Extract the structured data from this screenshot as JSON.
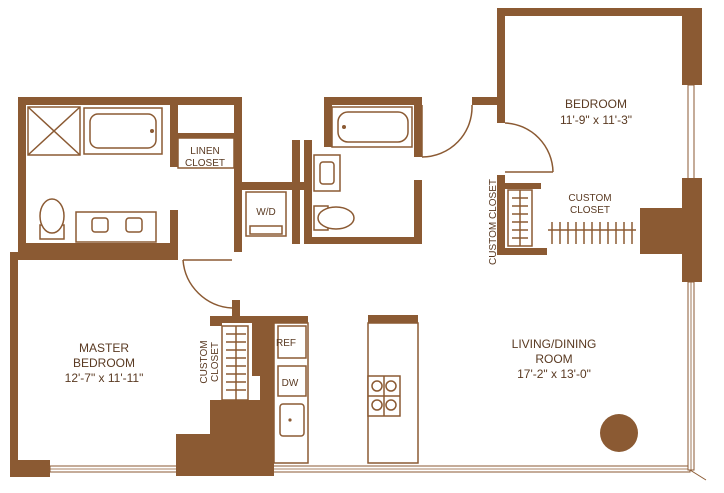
{
  "colors": {
    "wall": "#8b5a33",
    "background": "#ffffff",
    "text": "#5a3a22"
  },
  "rooms": {
    "bedroom": {
      "name": "BEDROOM",
      "dims": "11'-9\" x 11'-3\""
    },
    "master": {
      "name1": "MASTER",
      "name2": "BEDROOM",
      "dims": "12'-7\" x 11'-11\""
    },
    "living": {
      "name1": "LIVING/DINING",
      "name2": "ROOM",
      "dims": "17'-2\" x 13'-0\""
    }
  },
  "labels": {
    "linen1": "LINEN",
    "linen2": "CLOSET",
    "wd": "W/D",
    "ref": "REF",
    "dw": "DW",
    "cc_bed1": "CUSTOM",
    "cc_bed2": "CLOSET",
    "cc_vert_bed": "CUSTOM CLOSET",
    "cc_vert_master1": "CUSTOM",
    "cc_vert_master2": "CLOSET"
  }
}
